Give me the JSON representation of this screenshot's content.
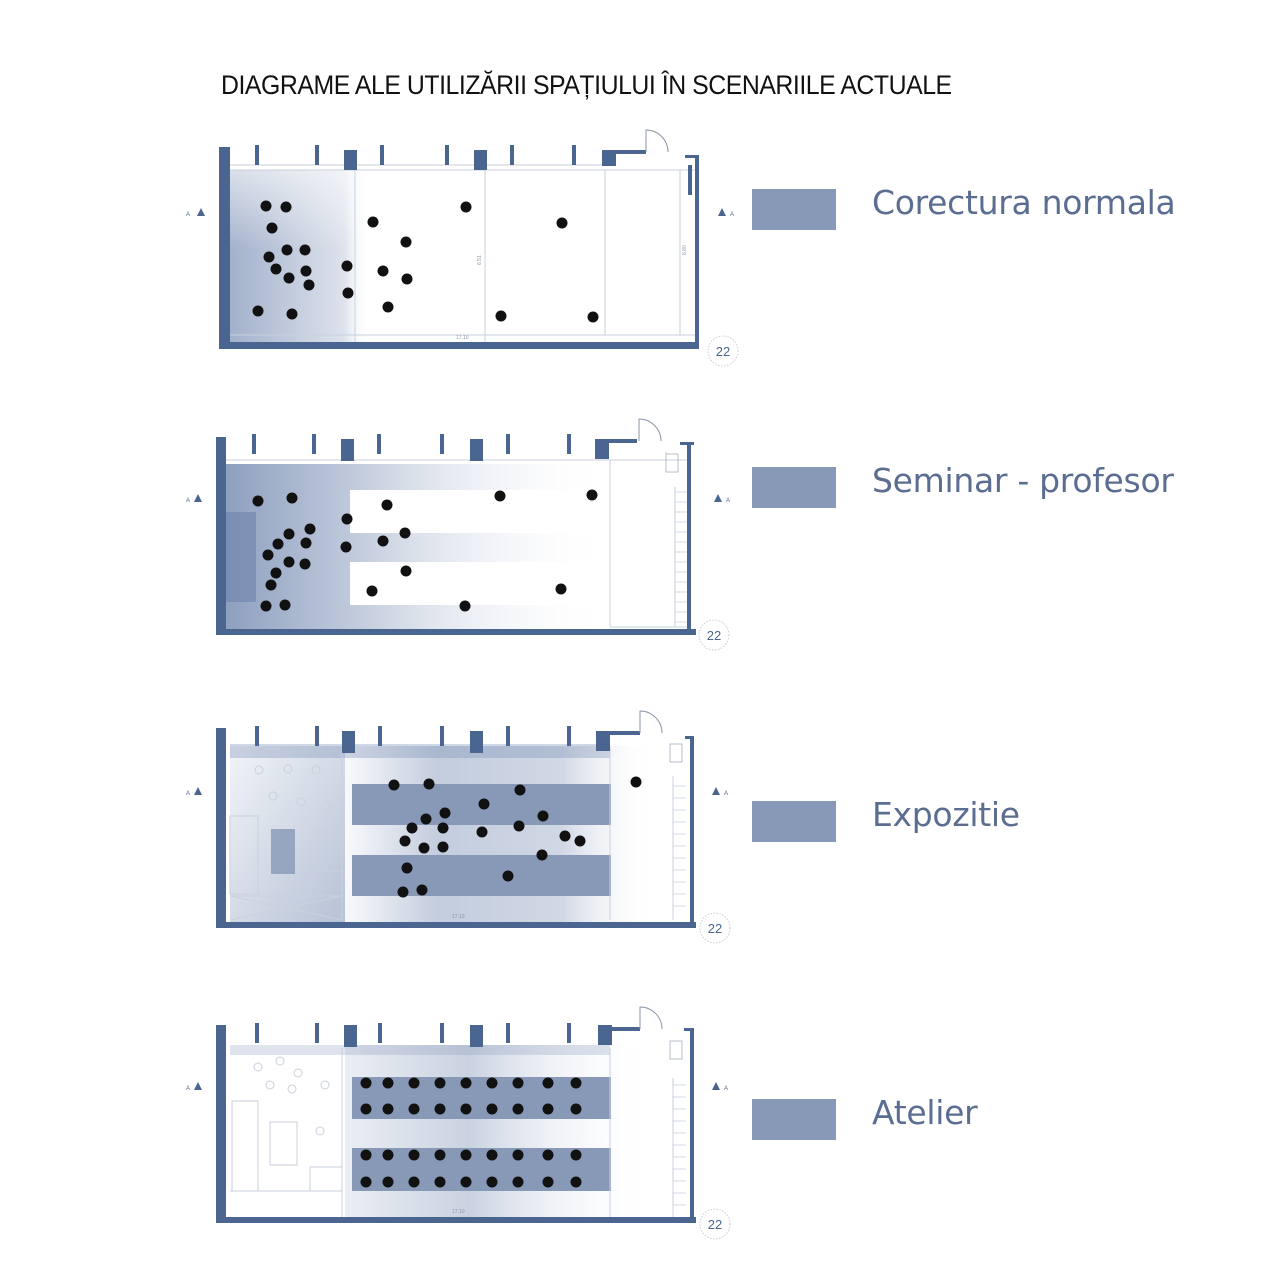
{
  "title": "DIAGRAME ALE UTILIZĂRII SPAȚIULUI ÎN SCENARIILE ACTUALE",
  "colors": {
    "wall": "#4a6690",
    "swatch": "#8799b7",
    "label": "#5b6e92",
    "person": "#111111",
    "shade": "#7a8fb4"
  },
  "scenarios": [
    {
      "label": "Corectura normala",
      "dim_width": "17.10",
      "dim_height": "6.51",
      "dim_height_2": "6.80",
      "stamp": "22",
      "section_marker": "A"
    },
    {
      "label": "Seminar - profesor",
      "stamp": "22",
      "section_marker": "A"
    },
    {
      "label": "Expozitie",
      "dim_width": "17.10",
      "stamp": "22",
      "section_marker": "A"
    },
    {
      "label": "Atelier",
      "dim_width": "17.10",
      "stamp": "22",
      "section_marker": "A"
    }
  ]
}
